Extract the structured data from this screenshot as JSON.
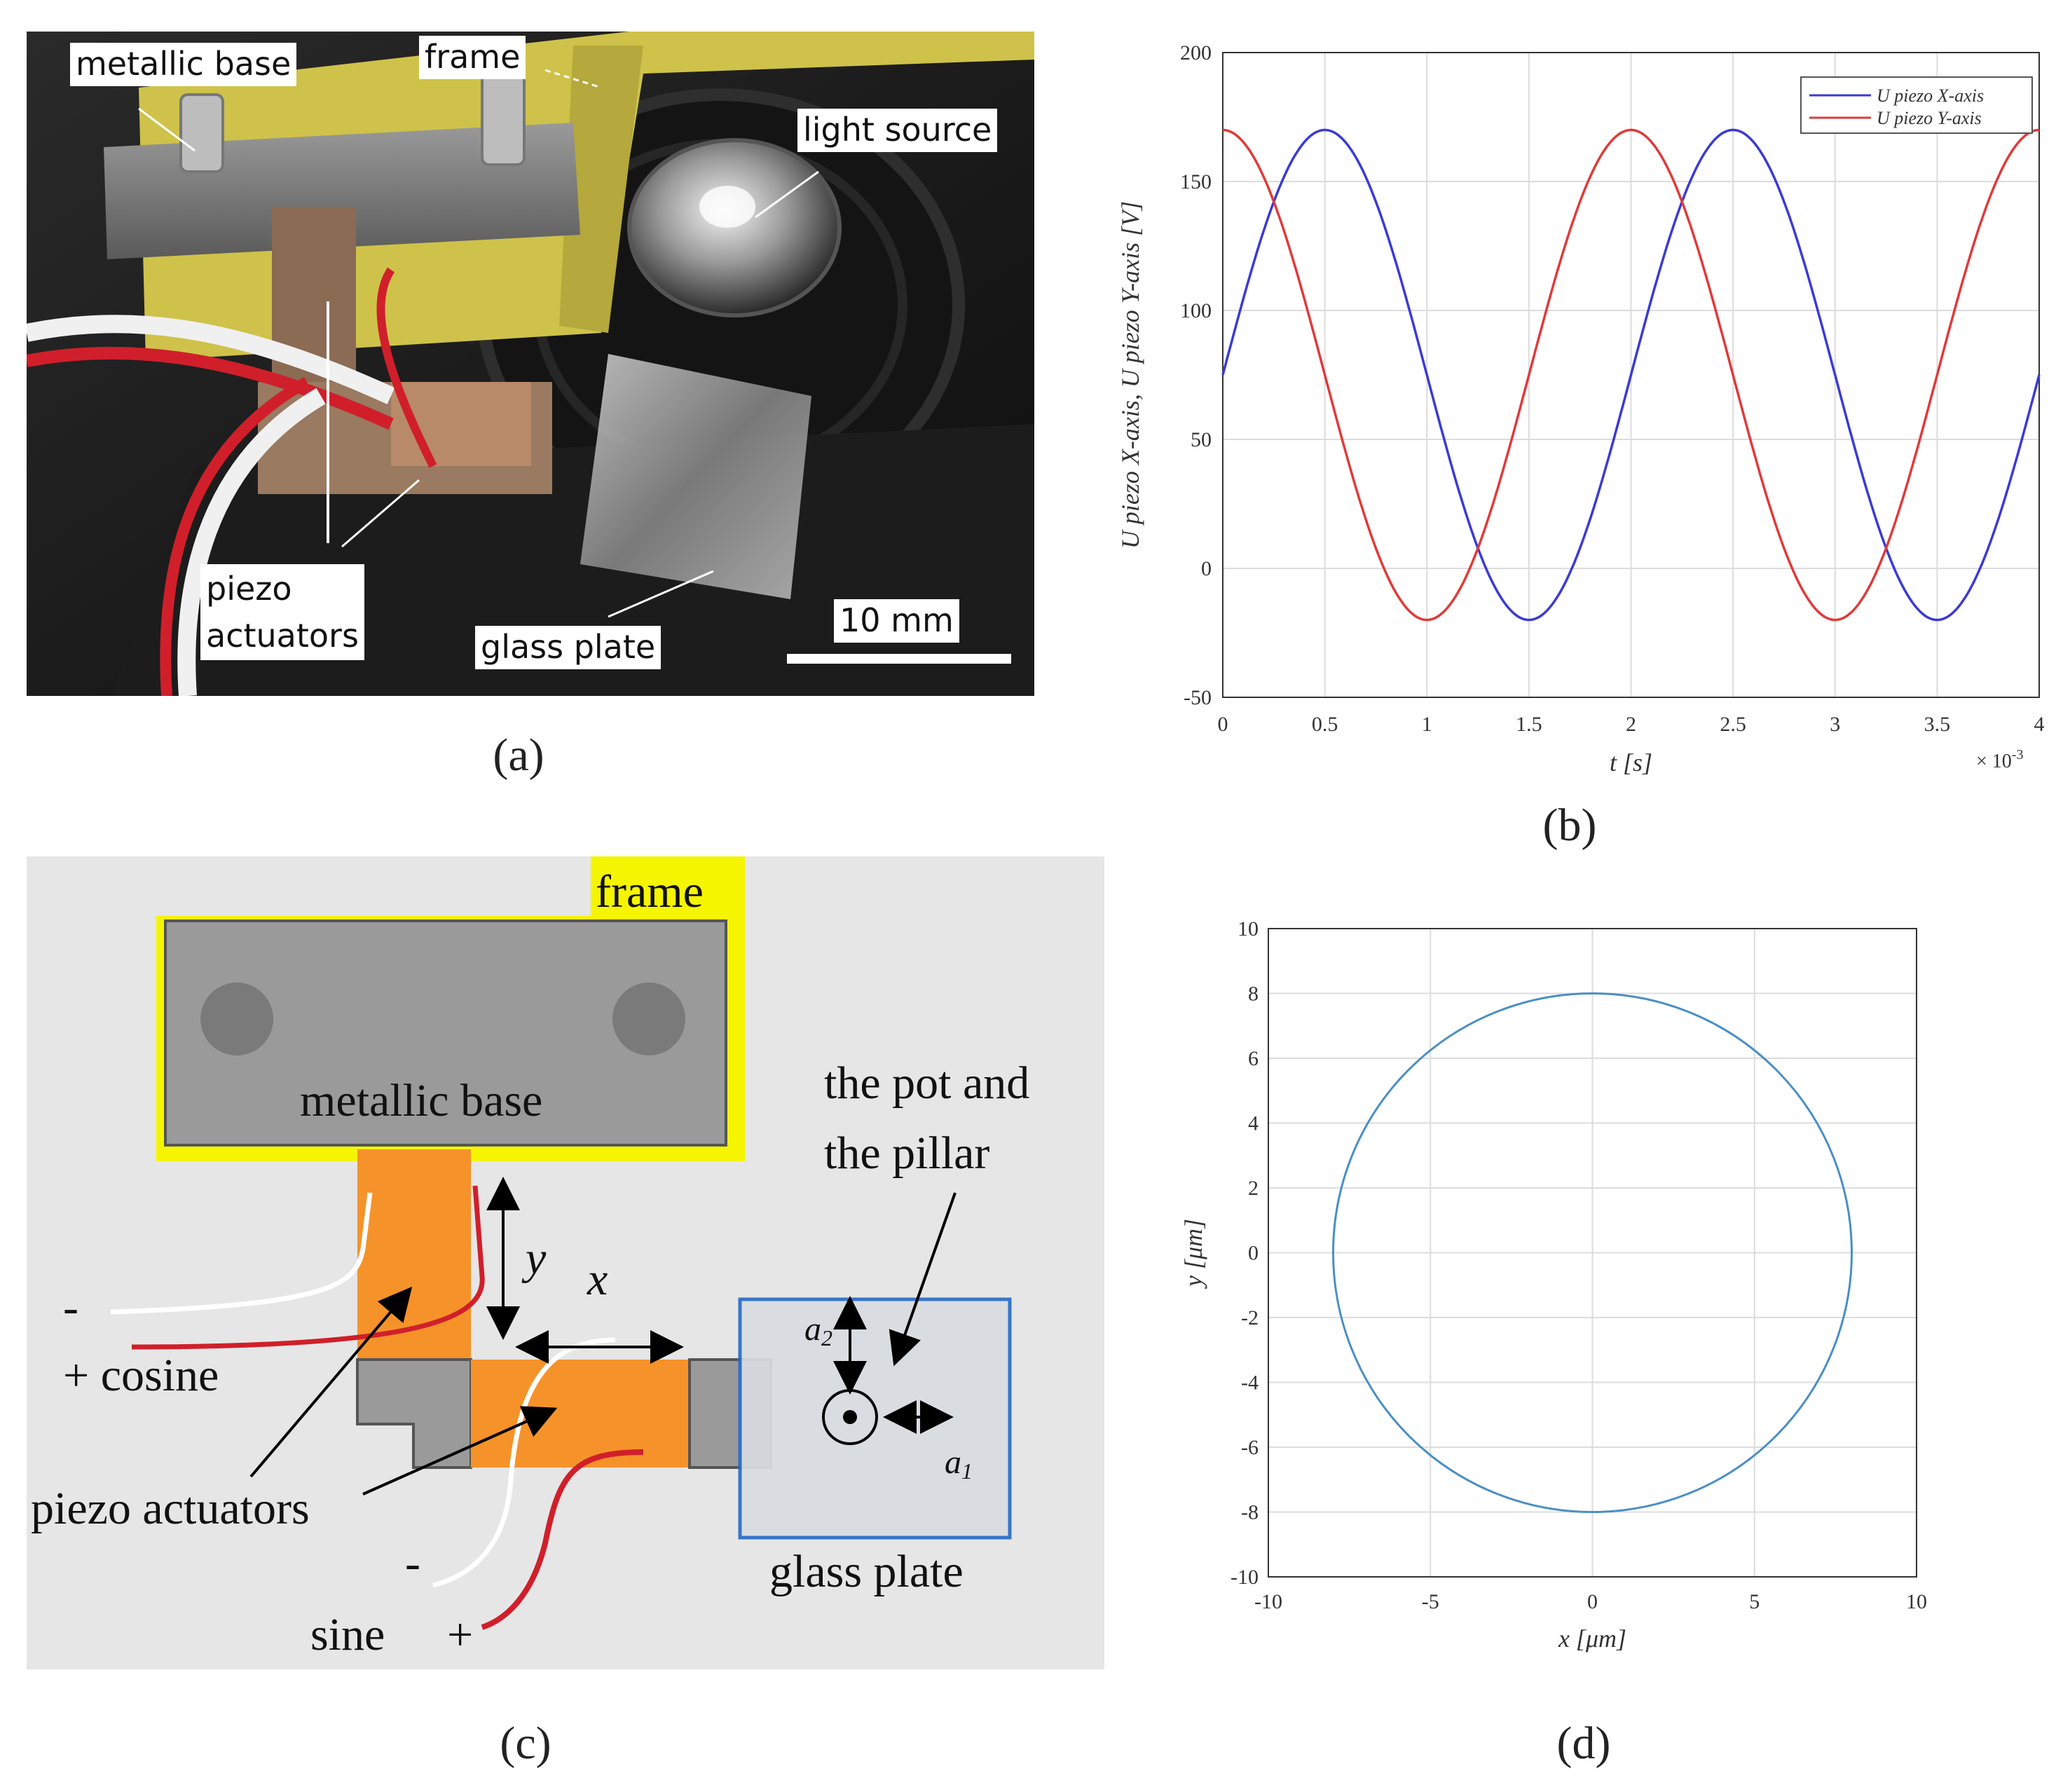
{
  "panel_a": {
    "caption": "(a)",
    "labels": {
      "metallic_base": "metallic base",
      "frame": "frame",
      "light_source": "light source",
      "piezo_line1": "piezo",
      "piezo_line2": "actuators",
      "glass_plate": "glass plate",
      "scale": "10 mm"
    }
  },
  "panel_b": {
    "caption": "(b)",
    "xlabel": "t [s]",
    "ylabel": "U piezo X-axis, U piezo Y-axis [V]",
    "exponent": "× 10",
    "exponent_power": "-3",
    "legend": [
      "U piezo X-axis",
      "U piezo Y-axis"
    ],
    "colors": {
      "x": "#3a3ad6",
      "y": "#e03a3a"
    }
  },
  "panel_c": {
    "caption": "(c)",
    "labels": {
      "frame": "frame",
      "metallic_base": "metallic base",
      "pot_line1": "the pot and",
      "pot_line2": "the pillar",
      "y": "y",
      "x": "x",
      "a2": "a",
      "a2_sub": "2",
      "a1": "a",
      "a1_sub": "1",
      "minus_top": "-",
      "plus_cosine": "+ cosine",
      "piezo_actuators": "piezo actuators",
      "minus_bottom": "-",
      "glass_plate": "glass plate",
      "sine": "sine",
      "plus_sine": "+"
    }
  },
  "panel_d": {
    "caption": "(d)",
    "xlabel": "x [μm]",
    "ylabel": "y [μm]"
  },
  "chart_data": [
    {
      "type": "line",
      "panel": "b",
      "xlabel": "t [s]",
      "ylabel": "U piezo X-axis, U piezo Y-axis [V]",
      "x_multiplier": "1e-3",
      "xlim": [
        0,
        4
      ],
      "ylim": [
        -50,
        200
      ],
      "xticks": [
        "0",
        "0.5",
        "1",
        "1.5",
        "2",
        "2.5",
        "3",
        "3.5",
        "4"
      ],
      "yticks": [
        "-50",
        "0",
        "50",
        "100",
        "150",
        "200"
      ],
      "grid": true,
      "legend_position": "top-right",
      "series": [
        {
          "name": "U piezo X-axis",
          "color": "#3a3ad6",
          "x": [
            0,
            0.25,
            0.5,
            0.75,
            1.0,
            1.25,
            1.5,
            1.75,
            2.0,
            2.25,
            2.5,
            2.75,
            3.0,
            3.25,
            3.5,
            3.75,
            4.0
          ],
          "y": [
            75,
            140,
            170,
            140,
            75,
            9,
            -20,
            9,
            75,
            140,
            170,
            140,
            75,
            9,
            -20,
            9,
            75
          ]
        },
        {
          "name": "U piezo Y-axis",
          "color": "#e03a3a",
          "x": [
            0,
            0.25,
            0.5,
            0.75,
            1.0,
            1.25,
            1.5,
            1.75,
            2.0,
            2.25,
            2.5,
            2.75,
            3.0,
            3.25,
            3.5,
            3.75,
            4.0
          ],
          "y": [
            170,
            140,
            75,
            9,
            -20,
            9,
            75,
            140,
            170,
            140,
            75,
            9,
            -20,
            9,
            75,
            140,
            170
          ]
        }
      ]
    },
    {
      "type": "line",
      "panel": "d",
      "xlabel": "x [μm]",
      "ylabel": "y [μm]",
      "xlim": [
        -10,
        10
      ],
      "ylim": [
        -10,
        10
      ],
      "xticks": [
        "-10",
        "-5",
        "0",
        "5",
        "10"
      ],
      "yticks": [
        "-10",
        "-8",
        "-6",
        "-4",
        "-2",
        "0",
        "2",
        "4",
        "6",
        "8",
        "10"
      ],
      "grid": true,
      "series": [
        {
          "shape": "circle",
          "center": [
            0,
            0
          ],
          "radius": 8,
          "color": "#4a8fc4"
        }
      ]
    }
  ]
}
